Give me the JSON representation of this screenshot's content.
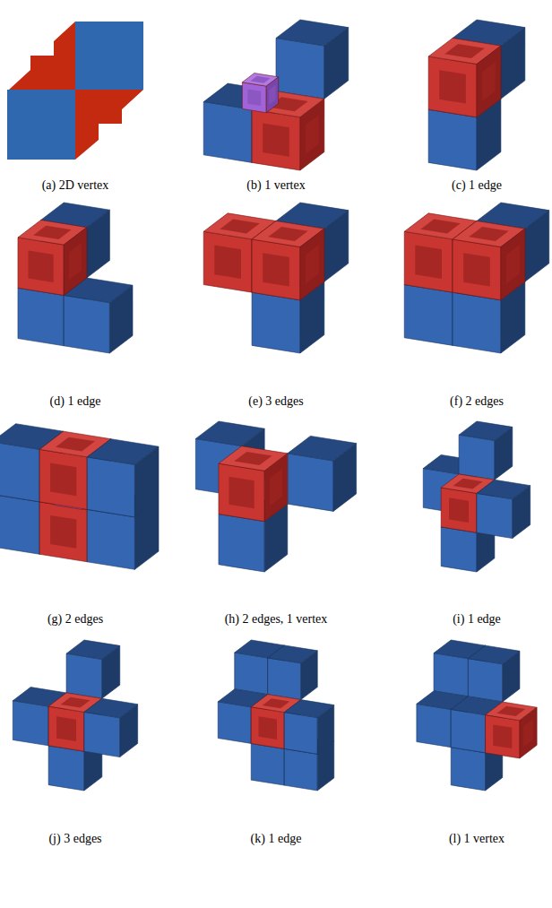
{
  "diagram": {
    "labels": [
      "(a) 2D vertex",
      "(b) 1 vertex",
      "(c) 1 edge",
      "(d) 1 edge",
      "(e) 3 edges",
      "(f) 2 edges",
      "(g) 2 edges",
      "(h) 2 edges, 1 vertex",
      "(i) 1 edge",
      "(j) 3 edges",
      "(k) 1 edge",
      "(l) 1 vertex"
    ]
  }
}
